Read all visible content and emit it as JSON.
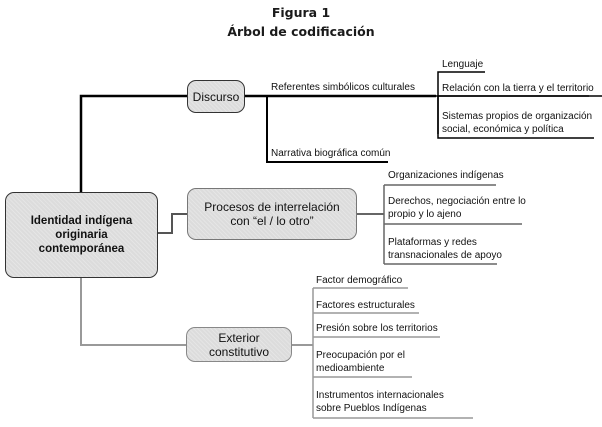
{
  "figure": {
    "label": "Figura 1",
    "title": "Árbol de codificación"
  },
  "root": {
    "label_lines": [
      "Identidad indígena",
      "originaria",
      "contemporánea"
    ]
  },
  "branches": {
    "discurso": {
      "label": "Discurso",
      "sub": {
        "referentes": {
          "label": "Referentes simbólicos culturales",
          "leaves": [
            [
              "Lenguaje"
            ],
            [
              "Relación con la tierra y el territorio"
            ],
            [
              "Sistemas propios de organización",
              "social, económica y política"
            ]
          ]
        },
        "narrativa": {
          "label": "Narrativa biográfica común"
        }
      }
    },
    "procesos": {
      "label_lines": [
        "Procesos de interrelación",
        "con “el / lo otro”"
      ],
      "leaves": [
        [
          "Organizaciones indígenas"
        ],
        [
          "Derechos, negociación entre lo",
          "propio y lo ajeno"
        ],
        [
          "Plataformas y redes",
          "transnacionales de apoyo"
        ]
      ]
    },
    "exterior": {
      "label": "Exterior constitutivo",
      "leaves": [
        [
          "Factor demográfico"
        ],
        [
          "Factores estructurales"
        ],
        [
          "Presión sobre los territorios"
        ],
        [
          "Preocupación por el",
          "medioambiente"
        ],
        [
          "Instrumentos internacionales",
          "sobre Pueblos Indígenas"
        ]
      ]
    }
  },
  "colors": {
    "line_dark": "#000000",
    "line_gray": "#999999",
    "node_fill": "#dcdcdc"
  }
}
